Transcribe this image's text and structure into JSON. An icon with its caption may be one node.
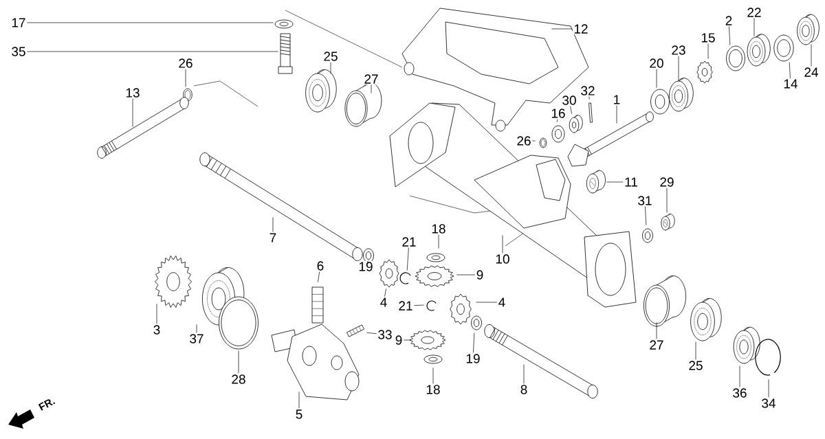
{
  "diagram": {
    "nodes": [
      {
        "text": [
          "17"
        ]
      },
      {
        "text": [],
        "shape": "picture"
      },
      {
        "text": [
          "35"
        ]
      },
      {
        "text": [],
        "shape": "picture"
      },
      {
        "text": [
          "26"
        ]
      },
      {
        "text": [],
        "shape": "picture"
      },
      {
        "text": [
          "13"
        ]
      },
      {
        "text": [],
        "shape": "picture"
      },
      {
        "text": [
          "25"
        ]
      },
      {
        "text": [],
        "shape": "picture"
      },
      {
        "text": [
          "27"
        ]
      },
      {
        "text": [],
        "shape": "picture"
      },
      {
        "text": [
          "12"
        ]
      },
      {
        "text": [],
        "shape": "picture"
      },
      {
        "text": [
          "2"
        ]
      },
      {
        "text": [],
        "shape": "picture"
      },
      {
        "text": [
          "22"
        ]
      },
      {
        "text": [],
        "shape": "picture"
      },
      {
        "text": [
          "24"
        ]
      },
      {
        "text": [],
        "shape": "picture"
      },
      {
        "text": [
          "14"
        ]
      },
      {
        "text": [],
        "shape": "picture"
      },
      {
        "text": [
          "15"
        ]
      },
      {
        "text": [],
        "shape": "picture"
      },
      {
        "text": [
          "23"
        ]
      },
      {
        "text": [],
        "shape": "picture"
      },
      {
        "text": [
          "20"
        ]
      },
      {
        "text": [],
        "shape": "picture"
      },
      {
        "text": [
          "1"
        ]
      },
      {
        "text": [],
        "shape": "picture"
      },
      {
        "text": [
          "32"
        ]
      },
      {
        "text": [],
        "shape": "picture"
      },
      {
        "text": [
          "30"
        ]
      },
      {
        "text": [],
        "shape": "picture"
      },
      {
        "text": [
          "16"
        ]
      },
      {
        "text": [],
        "shape": "picture"
      },
      {
        "text": [
          "26"
        ]
      },
      {
        "text": [],
        "shape": "picture"
      },
      {
        "text": [
          "11"
        ]
      },
      {
        "text": [],
        "shape": "cylinder"
      },
      {
        "text": [
          "29"
        ]
      },
      {
        "text": [],
        "shape": "cylinder"
      },
      {
        "text": [
          "31"
        ]
      },
      {
        "text": [],
        "shape": "picture"
      },
      {
        "text": [
          "10"
        ]
      },
      {
        "text": [],
        "shape": "picture"
      },
      {
        "text": [
          "7"
        ]
      },
      {
        "text": [],
        "shape": "picture"
      },
      {
        "text": [
          "18"
        ]
      },
      {
        "text": [],
        "shape": "picture"
      },
      {
        "text": [
          "21"
        ]
      },
      {
        "text": [],
        "shape": "picture"
      },
      {
        "text": [
          "9"
        ]
      },
      {
        "text": [],
        "shape": "picture"
      },
      {
        "text": [
          "19"
        ]
      },
      {
        "text": [],
        "shape": "picture"
      },
      {
        "text": [
          "4"
        ]
      },
      {
        "text": [],
        "shape": "picture"
      },
      {
        "text": [
          "21"
        ]
      },
      {
        "text": [],
        "shape": "picture"
      },
      {
        "text": [
          "4"
        ]
      },
      {
        "text": [],
        "shape": "picture"
      },
      {
        "text": [
          "6"
        ]
      },
      {
        "text": [],
        "shape": "picture"
      },
      {
        "text": [
          "3"
        ]
      },
      {
        "text": [],
        "shape": "picture"
      },
      {
        "text": [
          "37"
        ]
      },
      {
        "text": [],
        "shape": "picture"
      },
      {
        "text": [
          "28"
        ]
      },
      {
        "text": [],
        "shape": "picture"
      },
      {
        "text": [
          "33"
        ]
      },
      {
        "text": [],
        "shape": "picture"
      },
      {
        "text": [
          "5"
        ]
      },
      {
        "text": [],
        "shape": "picture"
      },
      {
        "text": [
          "9"
        ]
      },
      {
        "text": [],
        "shape": "picture"
      },
      {
        "text": [
          "18"
        ]
      },
      {
        "text": [],
        "shape": "picture"
      },
      {
        "text": [
          "19"
        ]
      },
      {
        "text": [],
        "shape": "picture"
      },
      {
        "text": [
          "8"
        ]
      },
      {
        "text": [],
        "shape": "picture"
      },
      {
        "text": [
          "27"
        ]
      },
      {
        "text": [],
        "shape": "picture"
      },
      {
        "text": [
          "25"
        ]
      },
      {
        "text": [],
        "shape": "picture"
      },
      {
        "text": [
          "36"
        ]
      },
      {
        "text": [],
        "shape": "picture"
      },
      {
        "text": [
          "34"
        ]
      },
      {
        "text": [],
        "shape": "picture"
      }
    ],
    "edges": [
      {
        "from": 0,
        "to": 1,
        "arrow": "none"
      },
      {
        "from": 2,
        "to": 3,
        "arrow": "none"
      },
      {
        "from": 4,
        "to": 5,
        "arrow": "none"
      },
      {
        "from": 6,
        "to": 7,
        "arrow": "none"
      },
      {
        "from": 8,
        "to": 9,
        "arrow": "none"
      },
      {
        "from": 10,
        "to": 11,
        "arrow": "none"
      },
      {
        "from": 12,
        "to": 13,
        "arrow": "none"
      },
      {
        "from": 14,
        "to": 15,
        "arrow": "none"
      },
      {
        "from": 16,
        "to": 17,
        "arrow": "none"
      },
      {
        "from": 18,
        "to": 19,
        "arrow": "none"
      },
      {
        "from": 20,
        "to": 21,
        "arrow": "none"
      },
      {
        "from": 22,
        "to": 23,
        "arrow": "none"
      },
      {
        "from": 24,
        "to": 25,
        "arrow": "none"
      },
      {
        "from": 26,
        "to": 27,
        "arrow": "none"
      },
      {
        "from": 28,
        "to": 29,
        "arrow": "none"
      },
      {
        "from": 30,
        "to": 31,
        "arrow": "none"
      },
      {
        "from": 32,
        "to": 33,
        "arrow": "none"
      },
      {
        "from": 34,
        "to": 35,
        "arrow": "none"
      },
      {
        "from": 36,
        "to": 37,
        "arrow": "none"
      },
      {
        "from": 38,
        "to": 39,
        "arrow": "none"
      },
      {
        "from": 40,
        "to": 41,
        "arrow": "none"
      },
      {
        "from": 42,
        "to": 43,
        "arrow": "none"
      },
      {
        "from": 44,
        "to": 45,
        "arrow": "none"
      },
      {
        "from": 46,
        "to": 47,
        "arrow": "none"
      },
      {
        "from": 48,
        "to": 49,
        "arrow": "none"
      },
      {
        "from": 50,
        "to": 51,
        "arrow": "none"
      },
      {
        "from": 52,
        "to": 53,
        "arrow": "none"
      },
      {
        "from": 54,
        "to": 55,
        "arrow": "none"
      },
      {
        "from": 56,
        "to": 57,
        "arrow": "none"
      },
      {
        "from": 58,
        "to": 59,
        "arrow": "none"
      },
      {
        "from": 60,
        "to": 61,
        "arrow": "none"
      },
      {
        "from": 62,
        "to": 63,
        "arrow": "none"
      },
      {
        "from": 64,
        "to": 65,
        "arrow": "none"
      },
      {
        "from": 66,
        "to": 67,
        "arrow": "none"
      },
      {
        "from": 68,
        "to": 69,
        "arrow": "none"
      },
      {
        "from": 70,
        "to": 71,
        "arrow": "none"
      },
      {
        "from": 72,
        "to": 73,
        "arrow": "none"
      },
      {
        "from": 74,
        "to": 75,
        "arrow": "none"
      },
      {
        "from": 76,
        "to": 77,
        "arrow": "none"
      },
      {
        "from": 78,
        "to": 79,
        "arrow": "none"
      },
      {
        "from": 80,
        "to": 81,
        "arrow": "none"
      },
      {
        "from": 82,
        "to": 83,
        "arrow": "none"
      },
      {
        "from": 84,
        "to": 85,
        "arrow": "none"
      },
      {
        "from": 86,
        "to": 87,
        "arrow": "none"
      },
      {
        "from": 88,
        "to": 89,
        "arrow": "none"
      }
    ],
    "labels": [
      "FR."
    ]
  }
}
